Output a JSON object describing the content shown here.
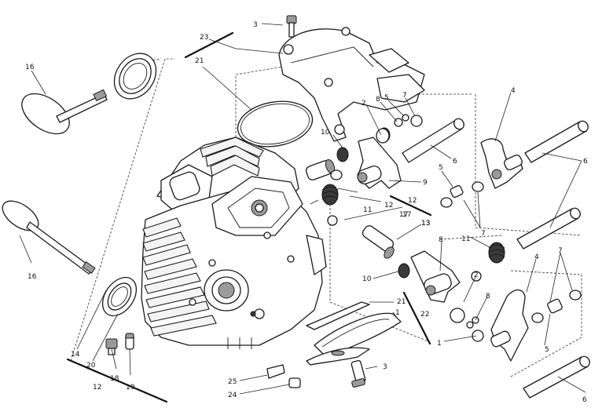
{
  "callouts": [
    {
      "id": "c1",
      "text": "1"
    },
    {
      "id": "c1b",
      "text": "1"
    },
    {
      "id": "c2",
      "text": "2"
    },
    {
      "id": "c2b",
      "text": "2"
    },
    {
      "id": "c3",
      "text": "3"
    },
    {
      "id": "c3b",
      "text": "3"
    },
    {
      "id": "c4",
      "text": "4"
    },
    {
      "id": "c4b",
      "text": "4"
    },
    {
      "id": "c5",
      "text": "5"
    },
    {
      "id": "c5b",
      "text": "5"
    },
    {
      "id": "c6",
      "text": "6"
    },
    {
      "id": "c6b",
      "text": "6"
    },
    {
      "id": "c6c",
      "text": "6"
    },
    {
      "id": "c7",
      "text": "7"
    },
    {
      "id": "c7b",
      "text": "7"
    },
    {
      "id": "c8",
      "text": "8"
    },
    {
      "id": "c8b",
      "text": "8"
    },
    {
      "id": "c9",
      "text": "9"
    },
    {
      "id": "c9b",
      "text": "9"
    },
    {
      "id": "c10",
      "text": "10"
    },
    {
      "id": "c10b",
      "text": "10"
    },
    {
      "id": "c11",
      "text": "11"
    },
    {
      "id": "c11b",
      "text": "11"
    },
    {
      "id": "c12",
      "text": "12"
    },
    {
      "id": "c12b",
      "text": "12"
    },
    {
      "id": "c13",
      "text": "13"
    },
    {
      "id": "c13b",
      "text": "13"
    },
    {
      "id": "c14",
      "text": "14"
    },
    {
      "id": "c16",
      "text": "16"
    },
    {
      "id": "c16b",
      "text": "16"
    },
    {
      "id": "c17",
      "text": "17"
    },
    {
      "id": "c17b",
      "text": "17"
    },
    {
      "id": "c18",
      "text": "18"
    },
    {
      "id": "c19",
      "text": "19"
    },
    {
      "id": "c20",
      "text": "20"
    },
    {
      "id": "c21",
      "text": "21"
    },
    {
      "id": "c21b",
      "text": "21"
    },
    {
      "id": "c22",
      "text": "22"
    },
    {
      "id": "c23",
      "text": "23"
    },
    {
      "id": "c24",
      "text": "24"
    },
    {
      "id": "c25",
      "text": "25"
    }
  ]
}
